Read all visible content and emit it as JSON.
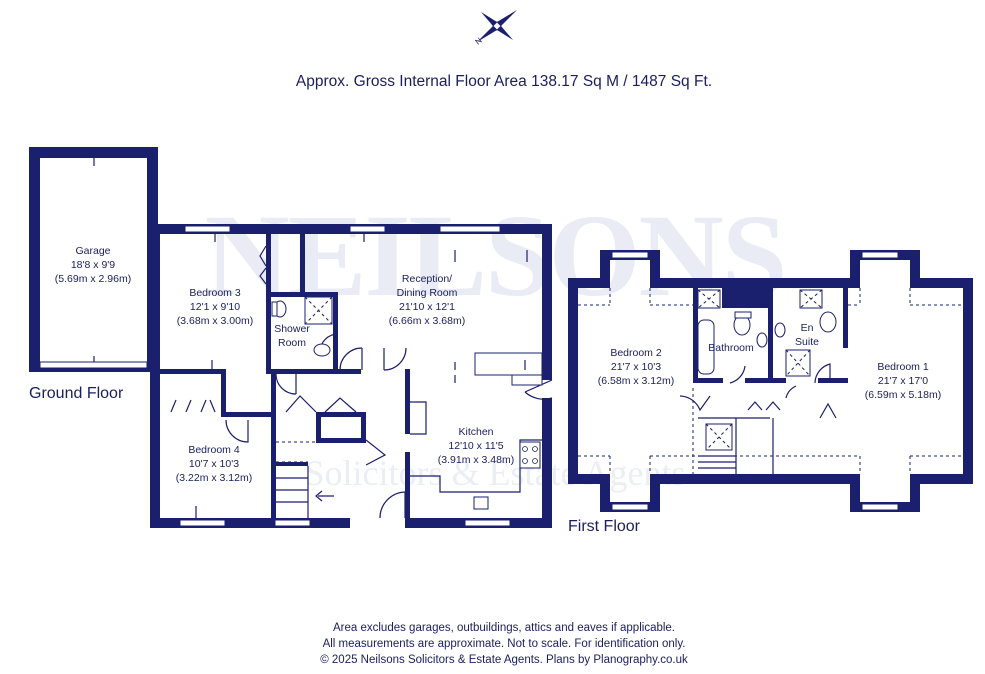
{
  "header": {
    "title": "Approx. Gross Internal Floor Area 138.17 Sq M / 1487 Sq Ft."
  },
  "compass": {
    "icon": "north-compass-icon",
    "label": "N"
  },
  "watermark": {
    "brand": "NEILSONS",
    "tagline": "Solicitors & Estate Agents"
  },
  "floors": {
    "ground": {
      "label": "Ground Floor",
      "rooms": {
        "garage": {
          "name": "Garage",
          "imperial": "18'8 x 9'9",
          "metric": "(5.69m x 2.96m)"
        },
        "bedroom3": {
          "name": "Bedroom 3",
          "imperial": "12'1 x 9'10",
          "metric": "(3.68m x 3.00m)"
        },
        "shower": {
          "name_line1": "Shower",
          "name_line2": "Room"
        },
        "reception": {
          "name_line1": "Reception/",
          "name_line2": "Dining Room",
          "imperial": "21'10 x 12'1",
          "metric": "(6.66m x 3.68m)"
        },
        "bedroom4": {
          "name": "Bedroom 4",
          "imperial": "10'7 x 10'3",
          "metric": "(3.22m x 3.12m)"
        },
        "kitchen": {
          "name": "Kitchen",
          "imperial": "12'10 x 11'5",
          "metric": "(3.91m x 3.48m)"
        }
      }
    },
    "first": {
      "label": "First Floor",
      "rooms": {
        "bedroom2": {
          "name": "Bedroom 2",
          "imperial": "21'7 x 10'3",
          "metric": "(6.58m x 3.12m)"
        },
        "bathroom": {
          "name": "Bathroom"
        },
        "ensuite": {
          "name_line1": "En",
          "name_line2": "Suite"
        },
        "bedroom1": {
          "name": "Bedroom 1",
          "imperial": "21'7 x 17'0",
          "metric": "(6.59m x 5.18m)"
        }
      }
    }
  },
  "footer": {
    "line1": "Area excludes garages, outbuildings, attics and eaves if applicable.",
    "line2": "All measurements are approximate. Not to scale. For identification only.",
    "line3": "© 2025 Neilsons Solicitors & Estate Agents. Plans by Planography.co.uk"
  },
  "colors": {
    "wall": "#1a1f6e",
    "text": "#1a1f5c",
    "watermark": "#e9ebf5",
    "background": "#ffffff"
  }
}
